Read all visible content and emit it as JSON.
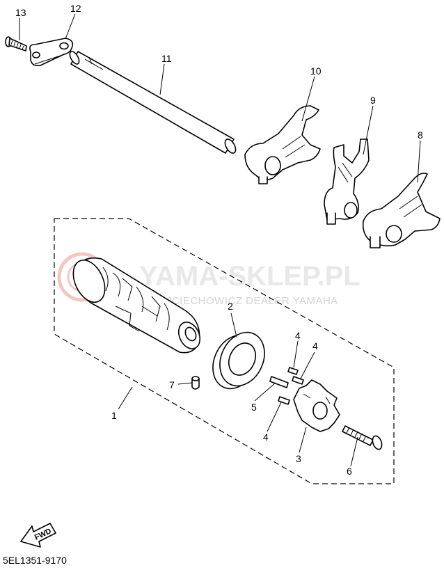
{
  "diagram_code": "5EL1351-9170",
  "watermark": {
    "brand": "YAMA-SKLEP.PL",
    "subtitle": "WOJCIECHOWICZ DEALER YAMAHA"
  },
  "direction_label": "FWD",
  "callouts": [
    "1",
    "2",
    "3",
    "4",
    "4",
    "4",
    "5",
    "6",
    "7",
    "8",
    "9",
    "10",
    "11",
    "12",
    "13"
  ],
  "colors": {
    "line": "#000000",
    "background": "#ffffff",
    "watermark_logo": "#f3c6c6"
  },
  "icons": [
    "fwd-arrow-icon",
    "yamaha-logo-watermark"
  ]
}
